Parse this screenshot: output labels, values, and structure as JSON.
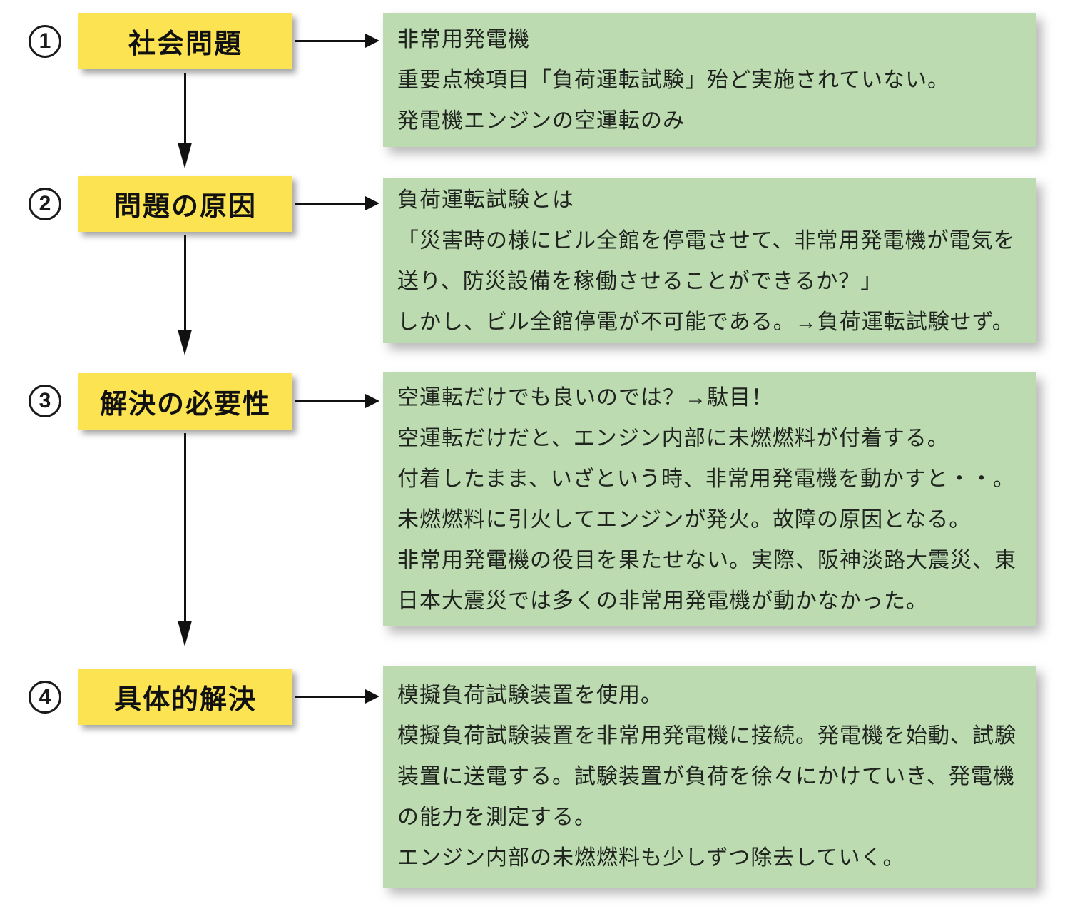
{
  "colors": {
    "step_box_yellow": "#FBE351",
    "detail_box_green": "#BDDBB1",
    "arrow_black": "#111111"
  },
  "sections": [
    {
      "number": "1",
      "label": "社会問題",
      "lines": [
        "非常用発電機",
        "重要点検項目「負荷運転試験」殆ど実施されていない。",
        "発電機エンジンの空運転のみ"
      ]
    },
    {
      "number": "2",
      "label": "問題の原因",
      "lines": [
        "負荷運転試験とは",
        "「災害時の様にビル全館を停電させて、非常用発電機が電気を",
        "送り、防災設備を稼働させることができるか？」",
        "しかし、ビル全館停電が不可能である。→負荷運転試験せず。"
      ]
    },
    {
      "number": "3",
      "label": "解決の必要性",
      "lines": [
        "空運転だけでも良いのでは？→駄目！",
        "空運転だけだと、エンジン内部に未燃燃料が付着する。",
        "付着したまま、いざという時、非常用発電機を動かすと・・。",
        "未燃燃料に引火してエンジンが発火。故障の原因となる。",
        "非常用発電機の役目を果たせない。実際、阪神淡路大震災、東",
        "日本大震災では多くの非常用発電機が動かなかった。"
      ]
    },
    {
      "number": "4",
      "label": "具体的解決",
      "lines": [
        "模擬負荷試験装置を使用。",
        "模擬負荷試験装置を非常用発電機に接続。発電機を始動、試験",
        "装置に送電する。試験装置が負荷を徐々にかけていき、発電機",
        "の能力を測定する。",
        "エンジン内部の未燃燃料も少しずつ除去していく。"
      ]
    }
  ]
}
